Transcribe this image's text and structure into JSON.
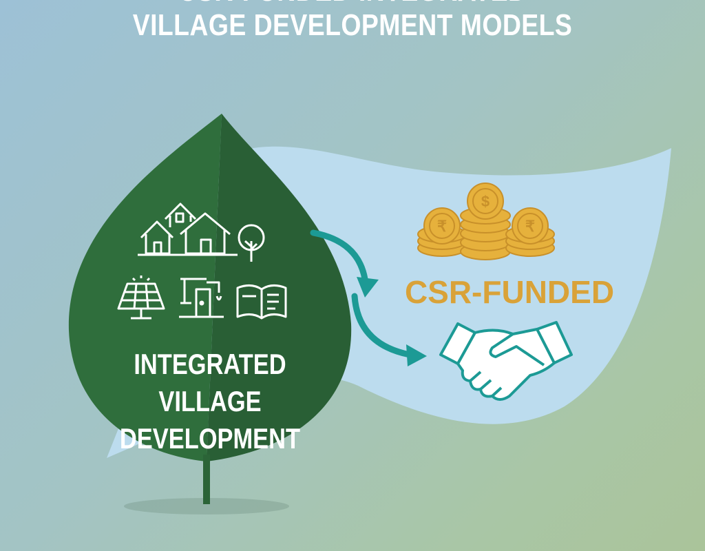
{
  "title": {
    "line1": "CSR-FUNDED INTEGRATED",
    "line2": "VILLAGE DEVELOPMENT MODELS"
  },
  "leaf": {
    "label": "INTEGRATED VILLAGE DEVELOPMENT",
    "color": "#2e6b3a"
  },
  "funding": {
    "label": "CSR-FUNDED",
    "color": "#d9a238",
    "coin_symbols": [
      "₹",
      "$",
      "₹"
    ]
  },
  "colors": {
    "swoosh": "#bcdcee",
    "arrow": "#1c9a95",
    "handshake": "#1c9a95"
  },
  "icons": [
    "houses-icon",
    "tree-icon",
    "solar-panel-icon",
    "water-pump-icon",
    "book-icon",
    "coins-icon",
    "handshake-icon",
    "arrow-icon"
  ]
}
